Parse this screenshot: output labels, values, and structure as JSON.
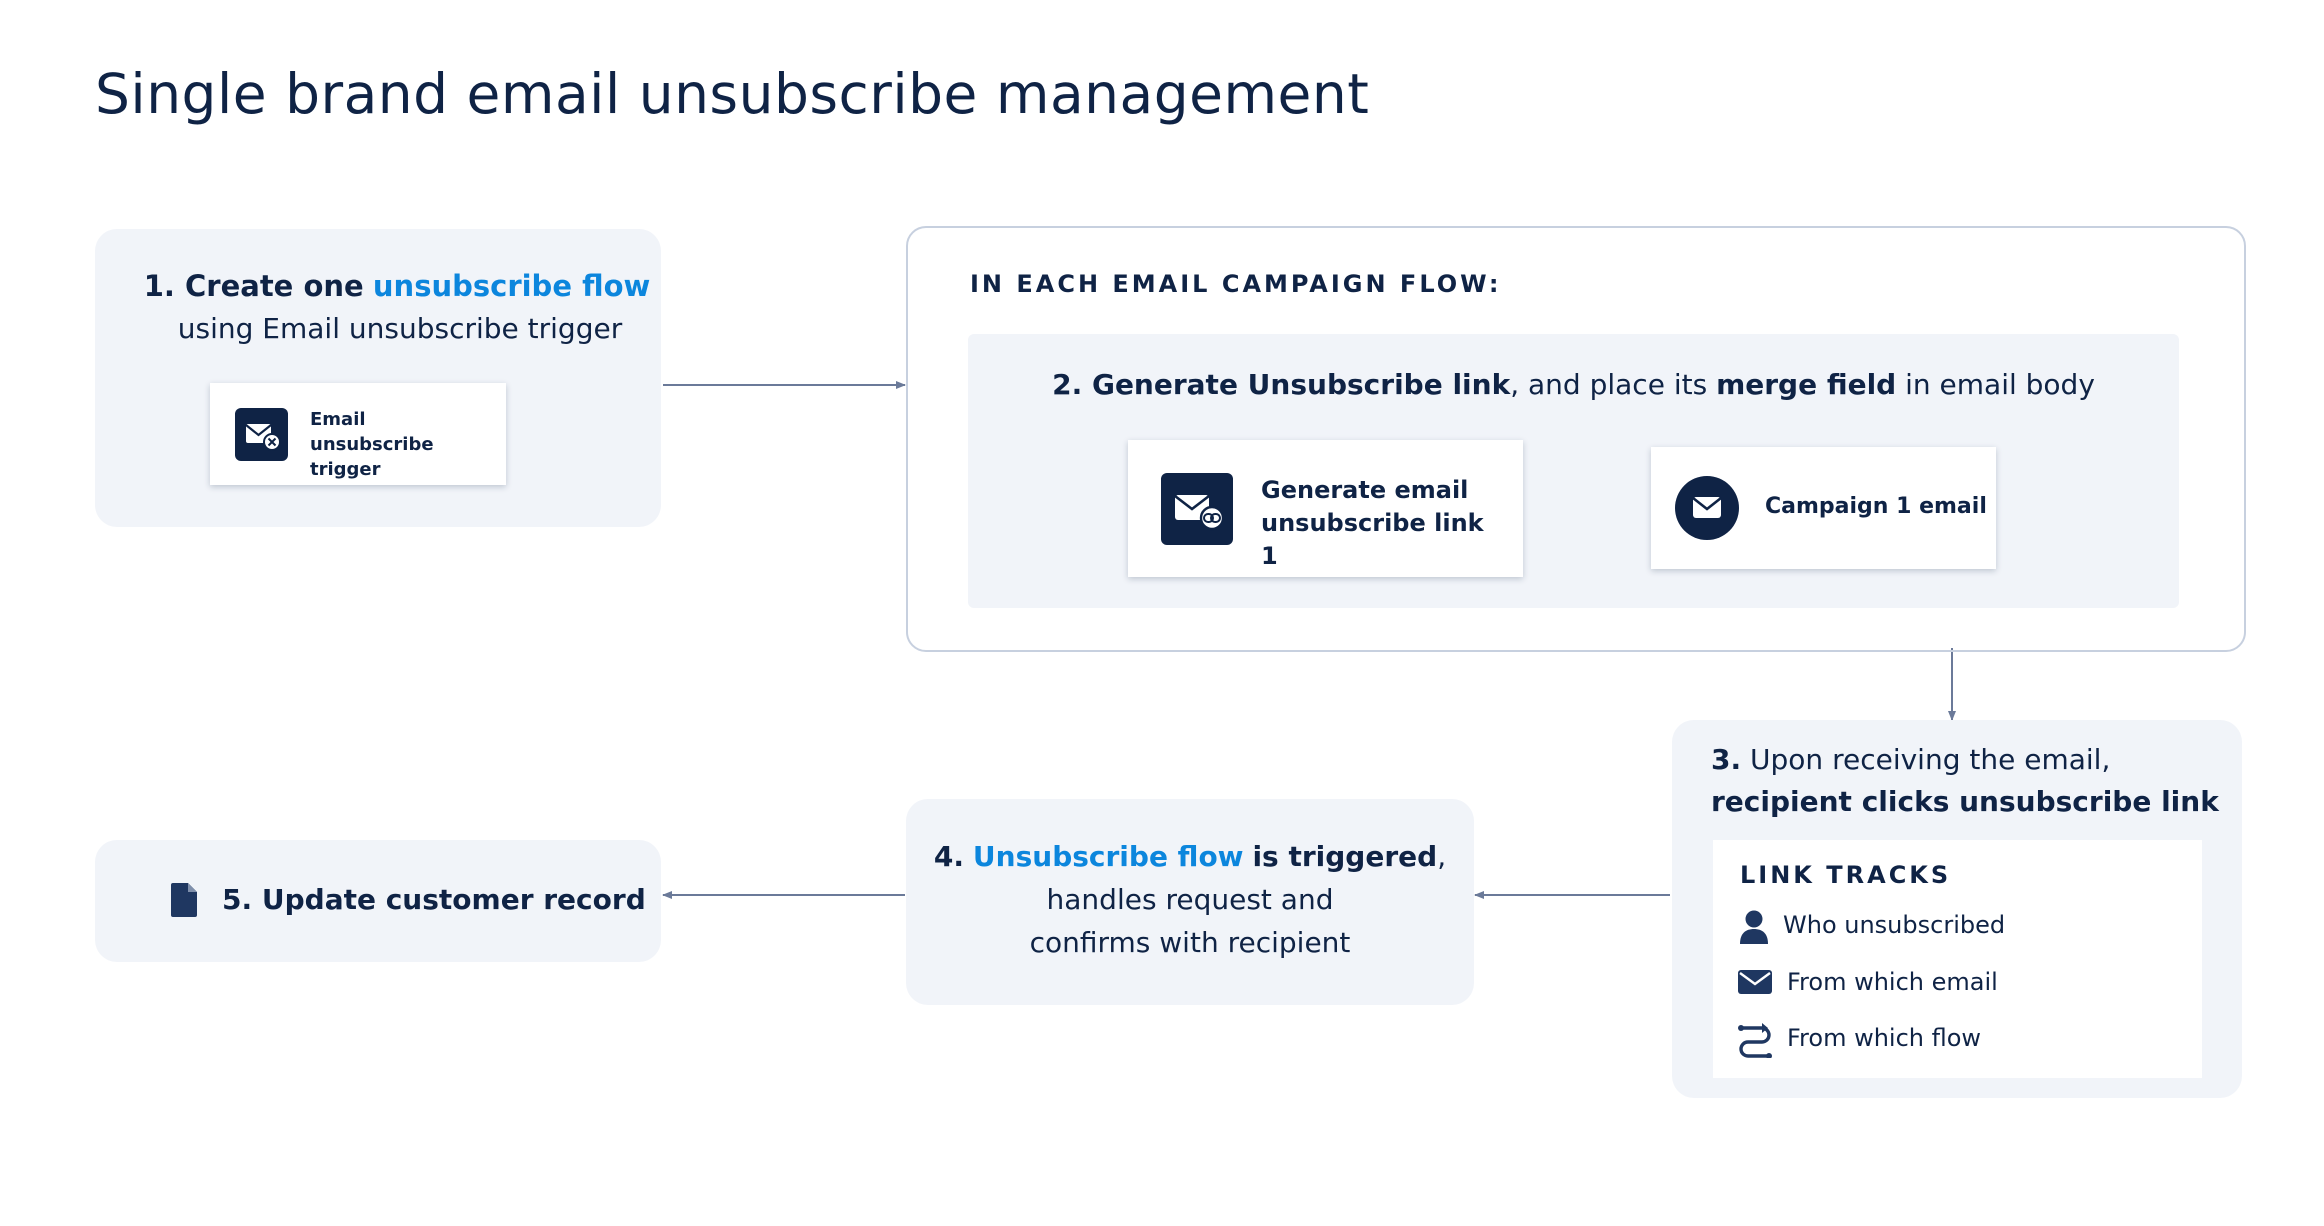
{
  "title": "Single brand email unsubscribe management",
  "step1": {
    "line1_prefix": "1. Create one",
    "line1_link": "unsubscribe flow",
    "line2": "using Email unsubscribe trigger",
    "card_label": "Email unsubscribe trigger"
  },
  "campaign": {
    "header": "IN EACH EMAIL CAMPAIGN FLOW:",
    "step2": {
      "part1": "2. Generate Unsubscribe link",
      "part2": ", and place its ",
      "part3": "merge field",
      "part4": " in email body"
    },
    "generate_card_label": "Generate email unsubscribe link 1",
    "campaign_card_label": "Campaign 1 email"
  },
  "step3": {
    "line1_prefix": "3.",
    "line1_rest": "Upon receiving the email,",
    "line2": "recipient clicks unsubscribe link",
    "tracks_title": "LINK TRACKS",
    "tracks": [
      {
        "icon": "person-icon",
        "label": "Who unsubscribed"
      },
      {
        "icon": "envelope-icon",
        "label": "From which email"
      },
      {
        "icon": "flow-icon",
        "label": "From which flow"
      }
    ]
  },
  "step4": {
    "prefix": "4.",
    "link": "Unsubscribe flow",
    "bold": "is triggered",
    "comma": ",",
    "line2": "handles request and",
    "line3": "confirms with recipient"
  },
  "step5": {
    "label": "5. Update customer record",
    "icon": "document-icon"
  },
  "colors": {
    "navy": "#0f2345",
    "blue": "#0c86dd",
    "panel": "#f1f4f9",
    "connector": "#6b7a99"
  }
}
